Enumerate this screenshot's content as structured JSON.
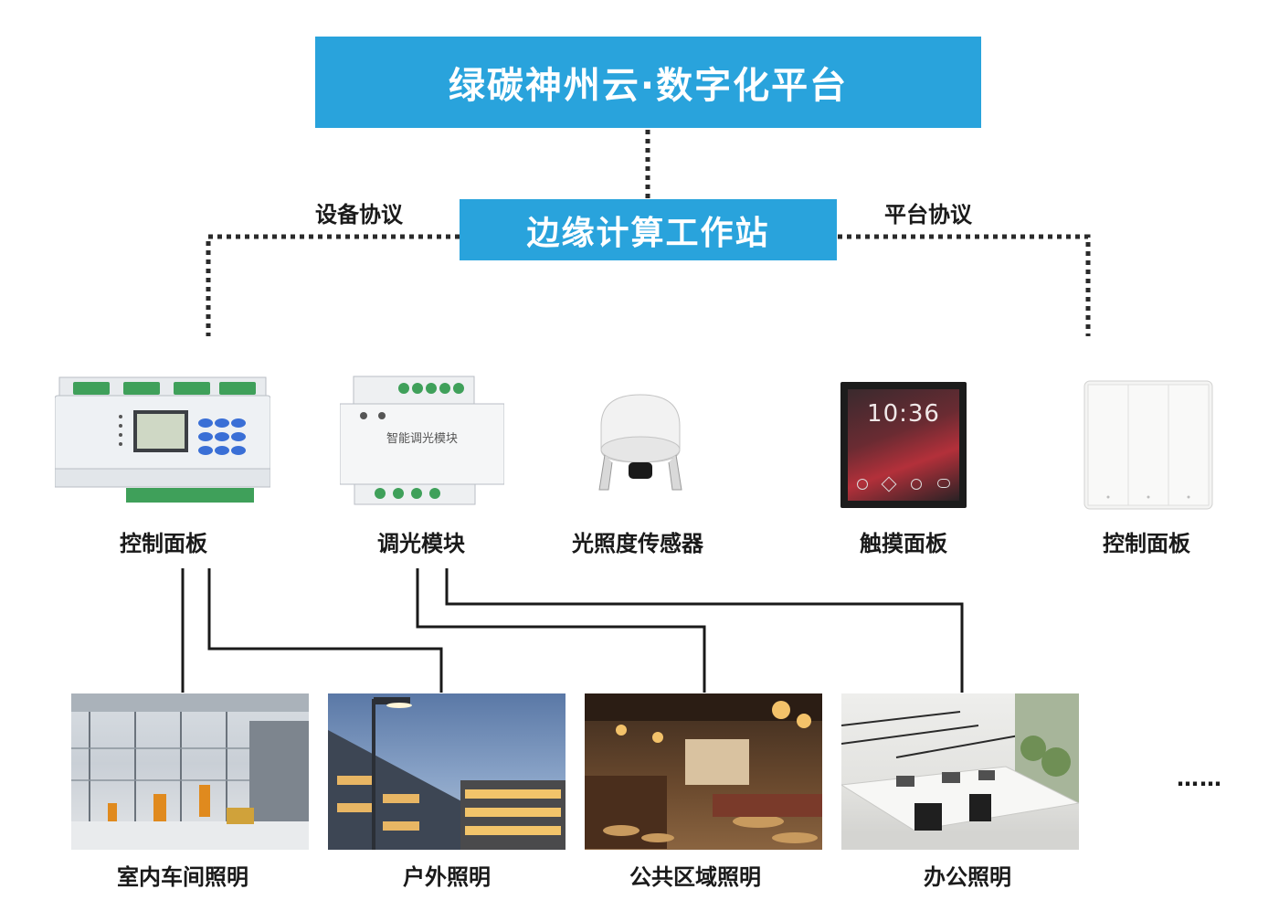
{
  "platform": {
    "title": "绿碳神州云·数字化平台",
    "color": "#29a3dc"
  },
  "edge": {
    "title": "边缘计算工作站"
  },
  "protocols": {
    "left": "设备协议",
    "right": "平台协议"
  },
  "devices": [
    {
      "label": "控制面板",
      "icon": "din-rail-control-module-icon"
    },
    {
      "label": "调光模块",
      "icon": "dimming-module-icon",
      "face_text": "智能调光模块"
    },
    {
      "label": "光照度传感器",
      "icon": "light-sensor-icon"
    },
    {
      "label": "触摸面板",
      "icon": "touch-panel-icon",
      "screen_time": "10:36"
    },
    {
      "label": "控制面板",
      "icon": "wall-switch-icon"
    }
  ],
  "scenes": [
    {
      "label": "室内车间照明",
      "icon": "factory-workshop-photo"
    },
    {
      "label": "户外照明",
      "icon": "outdoor-streetlight-photo"
    },
    {
      "label": "公共区域照明",
      "icon": "restaurant-interior-photo"
    },
    {
      "label": "办公照明",
      "icon": "office-interior-photo"
    }
  ],
  "more": "……"
}
